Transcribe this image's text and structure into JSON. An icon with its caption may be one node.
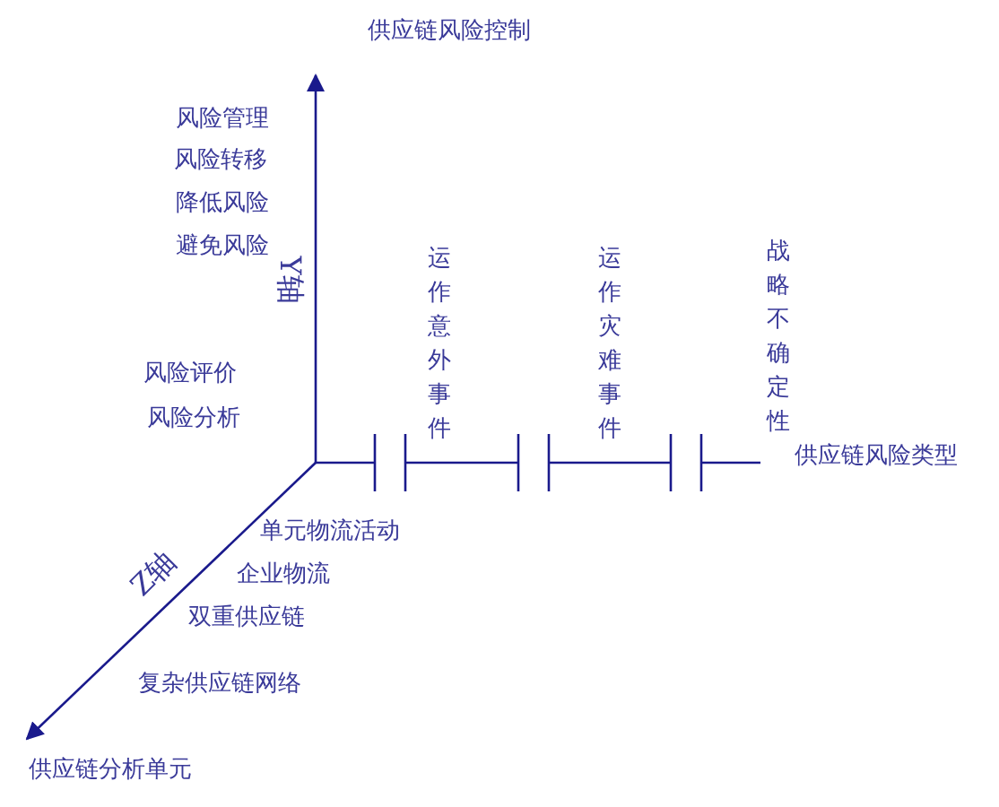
{
  "diagram": {
    "labels": [
      "供应链风险控制",
      "风险管理",
      "风险转移",
      "降低风险",
      "避免风险",
      "Y轴",
      "运作意外事件",
      "运作灾难事件",
      "战略不确定性",
      "风险评价",
      "风险分析",
      "供应链风险类型",
      "单元物流活动",
      "Z轴",
      "企业物流",
      "双重供应链",
      "复杂供应链网络",
      "供应链分析单元"
    ]
  }
}
